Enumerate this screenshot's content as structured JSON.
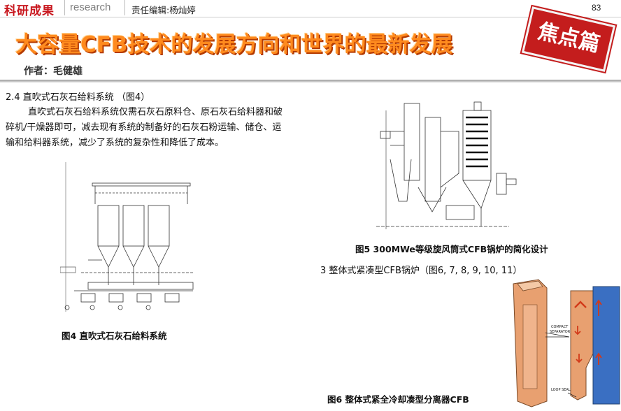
{
  "header": {
    "section_tag": "科研成果",
    "section_tag_en": "research",
    "editor": "责任编辑:杨灿婷",
    "page_number": "83"
  },
  "title": {
    "main": "大容量CFB技术的发展方向和世界的最新发展",
    "badge": "焦点篇",
    "author": "作者：毛健雄"
  },
  "content": {
    "section_2_4_heading": "2.4  直吹式石灰石给料系统 （图4）",
    "section_2_4_lines": [
      "直吹式石灰石给料系统仅需石灰石原料仓、原石灰石给料器和破",
      "碎机/干燥器即可，减去现有系统的制备好的石灰石粉运输、储仓、运",
      "输和给料器系统，减少了系统的复杂性和降低了成本。"
    ],
    "section_3_heading": "3 整体式紧凑型CFB锅炉（图6, 7, 8, 9, 10, 11）"
  },
  "figures": {
    "fig4_caption": "图4 直吹式石灰石给料系统",
    "fig5_caption": "图5  300MWe等级旋风筒式CFB锅炉的简化设计",
    "fig6_caption": "图6 整体式紧全冷却凑型分离器CFB",
    "fig6_label_separator_1": "COMPACT",
    "fig6_label_separator_2": "SEPARATOR",
    "fig6_label_loopseal": "LOOP SEAL"
  },
  "colors": {
    "brand_red": "#c8161d",
    "title_orange": "#ff8a1e",
    "separator_orange": "#e8a070",
    "furnace_blue": "#3a6fc2",
    "arrow_red": "#d23a1a"
  }
}
